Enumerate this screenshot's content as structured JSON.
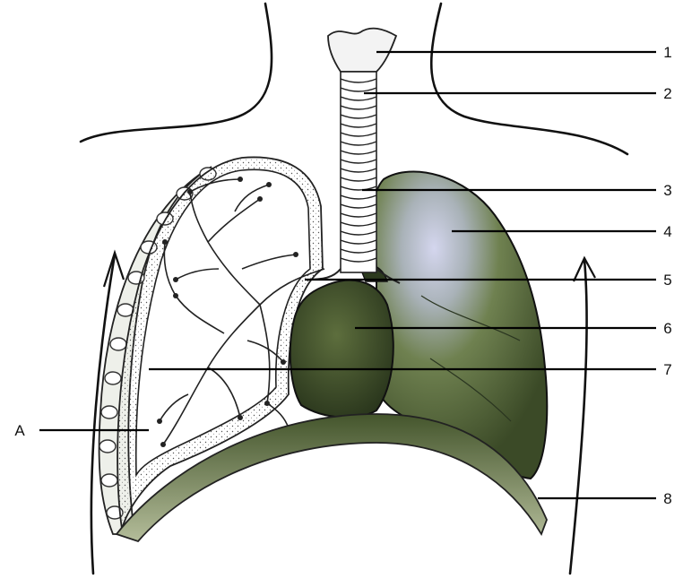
{
  "diagram": {
    "labels": [
      {
        "id": "1",
        "text": "1"
      },
      {
        "id": "2",
        "text": "2"
      },
      {
        "id": "3",
        "text": "3"
      },
      {
        "id": "4",
        "text": "4"
      },
      {
        "id": "5",
        "text": "5"
      },
      {
        "id": "6",
        "text": "6"
      },
      {
        "id": "7",
        "text": "7"
      },
      {
        "id": "8",
        "text": "8"
      },
      {
        "id": "A",
        "text": "A"
      }
    ],
    "colors": {
      "lung_dark": "#3c4d2a",
      "lung_mid": "#6a7d4c",
      "lung_light": "#c8cde8",
      "diaphragm": "#5a6b40",
      "outline": "#111111"
    }
  }
}
